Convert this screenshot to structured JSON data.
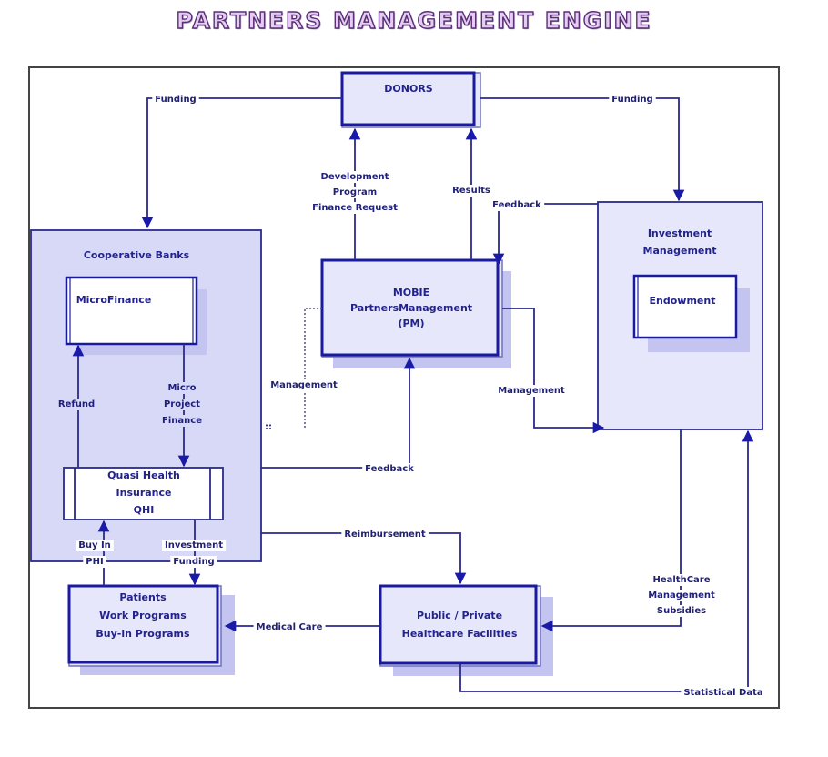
{
  "title": "PARTNERS MANAGEMENT ENGINE",
  "colors": {
    "box_fill": "#e6e7fb",
    "container_fill": "#d8d9f7",
    "shadow": "#c3c5f0",
    "border": "#1a1aa0",
    "line": "#2a2a8c",
    "title_fill": "#e3cdf0",
    "title_stroke": "#5a2f75"
  },
  "nodes": {
    "donors": {
      "lines": [
        "DONORS"
      ]
    },
    "cooperative_banks": {
      "lines": [
        "Cooperative Banks"
      ]
    },
    "microfinance": {
      "lines": [
        "MicroFinance"
      ]
    },
    "qhi": {
      "lines": [
        "Quasi Health",
        "Insurance",
        "QHI"
      ]
    },
    "mobie": {
      "lines": [
        "MOBIE",
        "PartnersManagement",
        "(PM)"
      ]
    },
    "investment": {
      "lines": [
        "Investment",
        "Management"
      ]
    },
    "endowment": {
      "lines": [
        "Endowment"
      ]
    },
    "patients": {
      "lines": [
        "Patients",
        "Work Programs",
        "Buy-in Programs"
      ]
    },
    "facilities": {
      "lines": [
        "Public / Private",
        "Healthcare Facilities"
      ]
    }
  },
  "edges": {
    "funding_left": {
      "lines": [
        "Funding"
      ]
    },
    "funding_right": {
      "lines": [
        "Funding"
      ]
    },
    "dev_request": {
      "lines": [
        "Development",
        "Program",
        "Finance Request"
      ]
    },
    "results": {
      "lines": [
        "Results"
      ]
    },
    "feedback_top": {
      "lines": [
        "Feedback"
      ]
    },
    "refund": {
      "lines": [
        "Refund"
      ]
    },
    "micro_project": {
      "lines": [
        "Micro",
        "Project",
        "Finance"
      ]
    },
    "management_left": {
      "lines": [
        "Management"
      ]
    },
    "management_right": {
      "lines": [
        "Management"
      ]
    },
    "feedback_mid": {
      "lines": [
        "Feedback"
      ]
    },
    "reimbursement": {
      "lines": [
        "Reimbursement"
      ]
    },
    "buy_in": {
      "lines": [
        "Buy In",
        "PHI"
      ]
    },
    "investment_funding": {
      "lines": [
        "Investment",
        "Funding"
      ]
    },
    "medical_care": {
      "lines": [
        "Medical Care"
      ]
    },
    "healthcare_subsidies": {
      "lines": [
        "HealthCare",
        "Management",
        "Subsidies"
      ]
    },
    "statistical_data": {
      "lines": [
        "Statistical Data"
      ]
    }
  }
}
